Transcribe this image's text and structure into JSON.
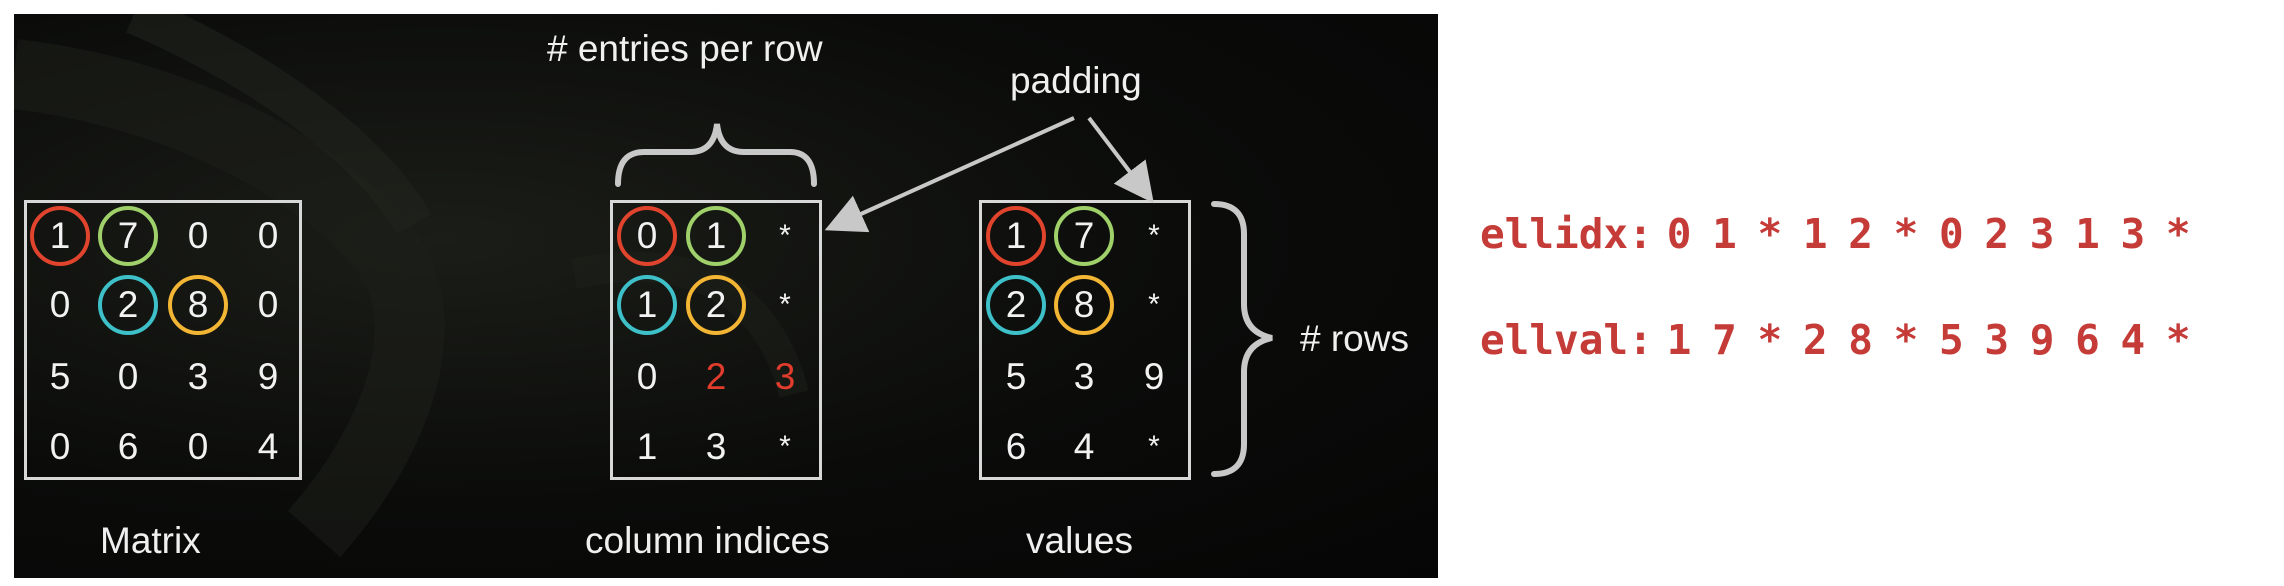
{
  "diagram": {
    "labels": {
      "matrix": "Matrix",
      "col_indices": "column indices",
      "values": "values",
      "entries_per_row": "# entries per row",
      "padding": "padding",
      "rows": "# rows"
    },
    "matrix": [
      [
        {
          "t": "1",
          "c": "#e0442d"
        },
        {
          "t": "7",
          "c": "#9fd06a"
        },
        {
          "t": "0"
        },
        {
          "t": "0"
        }
      ],
      [
        {
          "t": "0"
        },
        {
          "t": "2",
          "c": "#3ec0c8"
        },
        {
          "t": "8",
          "c": "#f2b534"
        },
        {
          "t": "0"
        }
      ],
      [
        {
          "t": "5"
        },
        {
          "t": "0"
        },
        {
          "t": "3"
        },
        {
          "t": "9"
        }
      ],
      [
        {
          "t": "0"
        },
        {
          "t": "6"
        },
        {
          "t": "0"
        },
        {
          "t": "4"
        }
      ]
    ],
    "col_indices": [
      [
        {
          "t": "0",
          "c": "#e0442d"
        },
        {
          "t": "1",
          "c": "#9fd06a"
        },
        {
          "t": "*"
        }
      ],
      [
        {
          "t": "1",
          "c": "#3ec0c8"
        },
        {
          "t": "2",
          "c": "#f2b534"
        },
        {
          "t": "*"
        }
      ],
      [
        {
          "t": "0"
        },
        {
          "t": "2",
          "red": true
        },
        {
          "t": "3",
          "red": true
        }
      ],
      [
        {
          "t": "1"
        },
        {
          "t": "3"
        },
        {
          "t": "*"
        }
      ]
    ],
    "values": [
      [
        {
          "t": "1",
          "c": "#e0442d"
        },
        {
          "t": "7",
          "c": "#9fd06a"
        },
        {
          "t": "*"
        }
      ],
      [
        {
          "t": "2",
          "c": "#3ec0c8"
        },
        {
          "t": "8",
          "c": "#f2b534"
        },
        {
          "t": "*"
        }
      ],
      [
        {
          "t": "5"
        },
        {
          "t": "3"
        },
        {
          "t": "9"
        }
      ],
      [
        {
          "t": "6"
        },
        {
          "t": "4"
        },
        {
          "t": "*"
        }
      ]
    ]
  },
  "code": {
    "ellidx_label": "ellidx",
    "ellidx_sep": ":",
    "ellidx_values": "0 1 * 1 2 * 0 2 3 1 3 *",
    "ellval_label": "ellval",
    "ellval_sep": ":",
    "ellval_values": "1 7 * 2 8 * 5 3 9 6 4 *"
  },
  "colors": {
    "red": "#e0442d",
    "green": "#9fd06a",
    "cyan": "#3ec0c8",
    "yellow": "#f2b534",
    "code": "#c53b37"
  }
}
